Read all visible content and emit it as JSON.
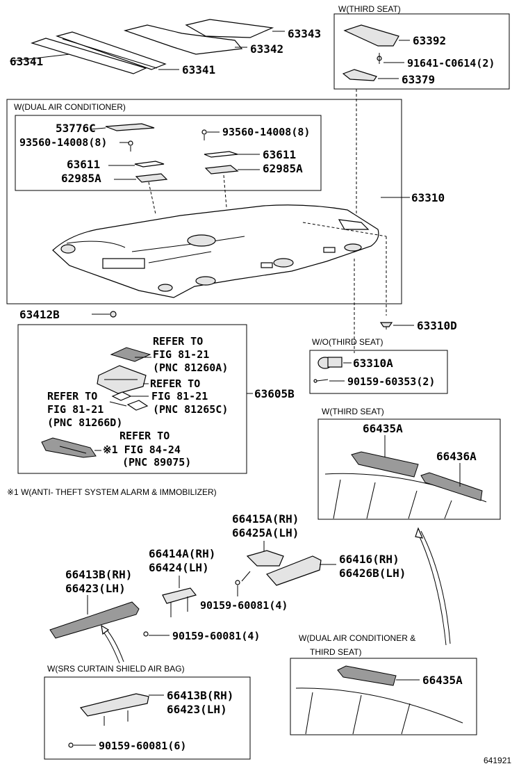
{
  "top_parts": {
    "left_strip": "63341",
    "center_strip": "63341",
    "mat_lower": "63342",
    "mat_upper": "63343"
  },
  "third_seat_top": {
    "caption": "W(THIRD SEAT)",
    "part_a": "63392",
    "part_b": "91641-C0614(2)",
    "part_c": "63379"
  },
  "dual_air": {
    "caption": "W(DUAL AIR CONDITIONER)",
    "p1": "53776C",
    "p2": "93560-14008(8)",
    "p3": "63611",
    "p4": "62985A",
    "p5": "93560-14008(8)",
    "p6": "63611",
    "p7": "62985A",
    "headliner": "63310"
  },
  "clip": "63412B",
  "clip_right": "63310D",
  "lamp_group": {
    "ref1_a": "REFER TO",
    "ref1_b": "FIG 81-21",
    "ref1_c": "(PNC 81260A)",
    "ref2_a": "REFER TO",
    "ref2_b": "FIG 81-21",
    "ref2_c": "(PNC 81265C)",
    "ref3_a": "REFER TO",
    "ref3_b": "FIG 81-21",
    "ref3_c": "(PNC 81266D)",
    "ref4_a": "REFER TO",
    "ref4_b": "※1 FIG 84-24",
    "ref4_c": "(PNC 89075)",
    "group_part": "63605B"
  },
  "footnote": "※1 W(ANTI- THEFT SYSTEM    ALARM & IMMOBILIZER)",
  "wo_third_seat": {
    "caption": "W/O(THIRD SEAT)",
    "part_a": "63310A",
    "part_b": "90159-60353(2)"
  },
  "third_seat_mid": {
    "caption": "W(THIRD SEAT)",
    "part_a": "66435A",
    "part_b": "66436A"
  },
  "rails": {
    "r1_a": "66415A(RH)",
    "r1_b": "66425A(LH)",
    "r2_a": "66414A(RH)",
    "r2_b": "66424(LH)",
    "r3_a": "66416(RH)",
    "r3_b": "66426B(LH)",
    "r4_a": "66413B(RH)",
    "r4_b": "66423(LH)",
    "screw1": "90159-60081(4)",
    "screw2": "90159-60081(4)"
  },
  "srs": {
    "caption": "W(SRS CURTAIN SHIELD AIR BAG)",
    "part_a": "66413B(RH)",
    "part_b": "66423(LH)",
    "screw": "90159-60081(6)"
  },
  "dual_third": {
    "caption_a": "W(DUAL AIR CONDITIONER &",
    "caption_b": "THIRD SEAT)",
    "part": "66435A"
  },
  "figure_id": "641921"
}
